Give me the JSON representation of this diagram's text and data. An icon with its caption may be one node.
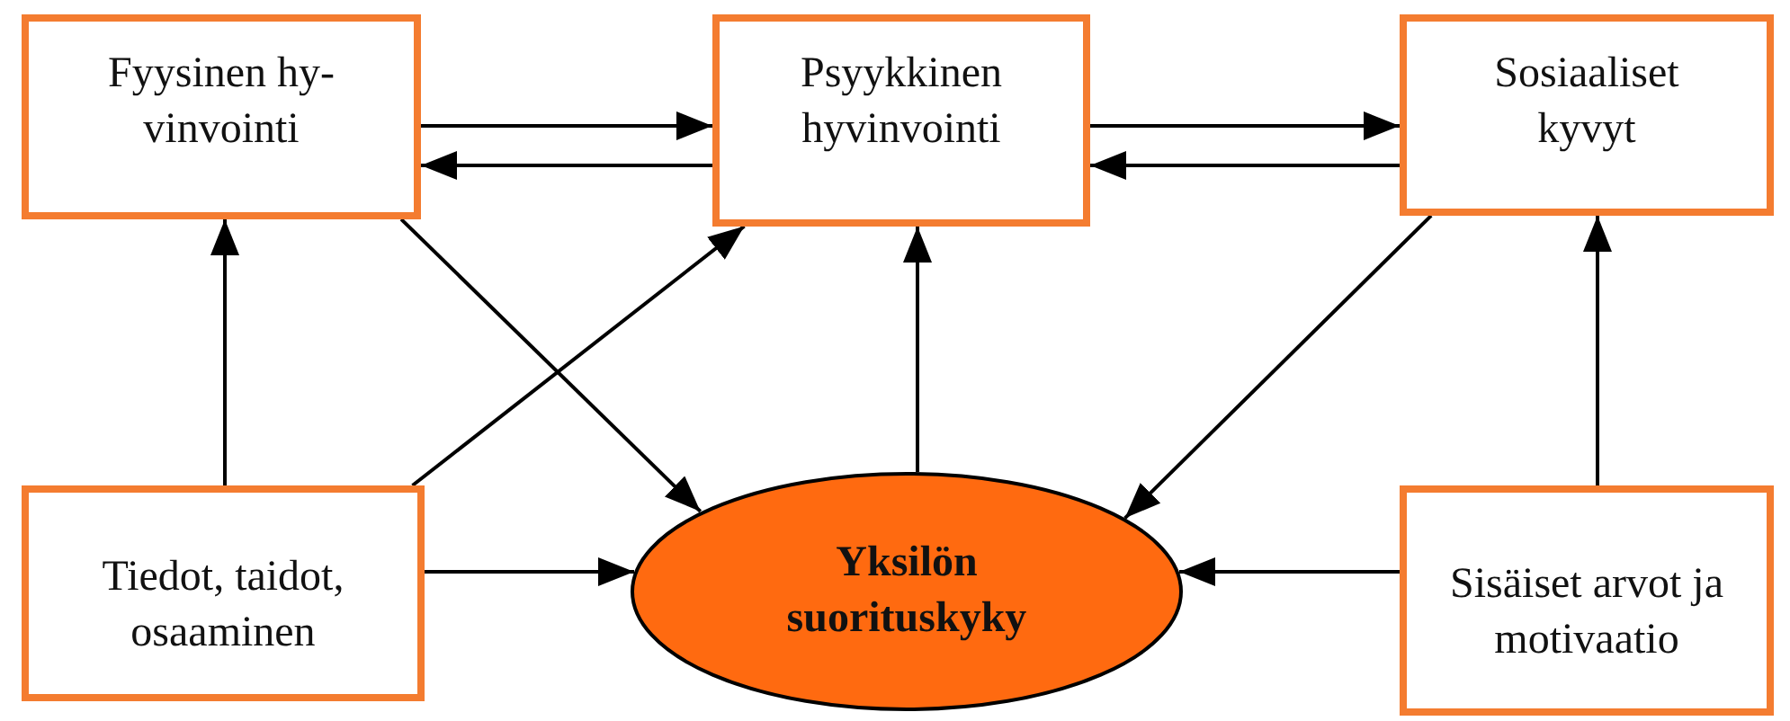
{
  "diagram": {
    "nodes": [
      {
        "text": [
          "Fyysinen hy- vinvointi"
        ]
      },
      {
        "text": [
          "Psyykkinen hyvinvointi"
        ]
      },
      {
        "text": [
          "Sosiaaliset kyvyt"
        ]
      },
      {
        "text": [
          "Tiedot, taidot, osaaminen"
        ]
      },
      {
        "text": [
          "Yksilön suorituskyky"
        ]
      },
      {
        "text": [
          "Sisäiset arvot ja motivaatio"
        ]
      }
    ],
    "edges": [
      {
        "from": 0,
        "to": 1,
        "arrow": "to"
      },
      {
        "from": 1,
        "to": 0,
        "arrow": "to"
      },
      {
        "from": 1,
        "to": 2,
        "arrow": "to"
      },
      {
        "from": 2,
        "to": 1,
        "arrow": "to"
      },
      {
        "from": 3,
        "to": 0,
        "arrow": "to"
      },
      {
        "from": 0,
        "to": 4,
        "arrow": "to"
      },
      {
        "from": 3,
        "to": 1,
        "arrow": "to"
      },
      {
        "from": 4,
        "to": 1,
        "arrow": "to"
      },
      {
        "from": 2,
        "to": 4,
        "arrow": "to"
      },
      {
        "from": 5,
        "to": 2,
        "arrow": "to"
      },
      {
        "from": 3,
        "to": 4,
        "arrow": "to"
      },
      {
        "from": 5,
        "to": 4,
        "arrow": "to"
      }
    ]
  }
}
